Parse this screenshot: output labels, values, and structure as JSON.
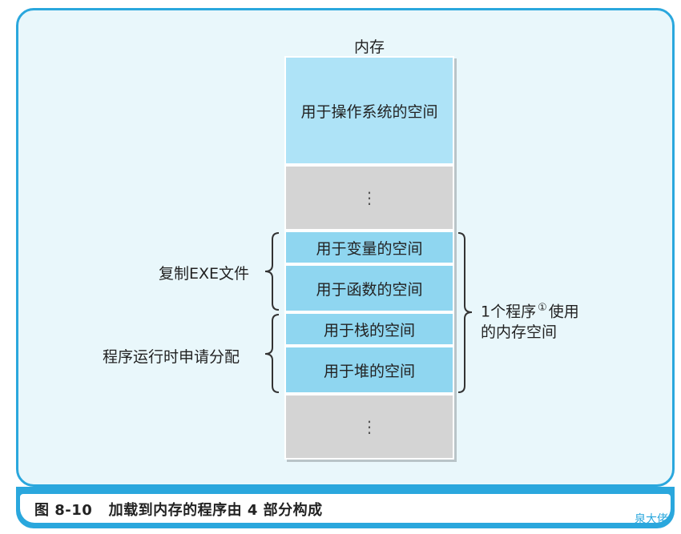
{
  "memory": {
    "title": "内存",
    "os_space": "用于操作系统的空间",
    "ellipsis_top": "⋮",
    "variable_space": "用于变量的空间",
    "function_space": "用于函数的空间",
    "stack_space": "用于栈的空间",
    "heap_space": "用于堆的空间",
    "ellipsis_bottom": "⋮"
  },
  "labels": {
    "copy_exe": "复制EXE文件",
    "runtime_alloc": "程序运行时申请分配",
    "usage_line1_a": "1个程序",
    "usage_line1_mark": "①",
    "usage_line1_b": "使用",
    "usage_line2": "的内存空间"
  },
  "caption": "图 8-10   加载到内存的程序由 4 部分构成",
  "watermark": "泉大佬",
  "colors": {
    "frame": "#2aa7dd",
    "background": "#e9f7fb",
    "os_block": "#aee3f7",
    "program_block": "#8fd6f0",
    "gray_block": "#d4d4d4"
  }
}
